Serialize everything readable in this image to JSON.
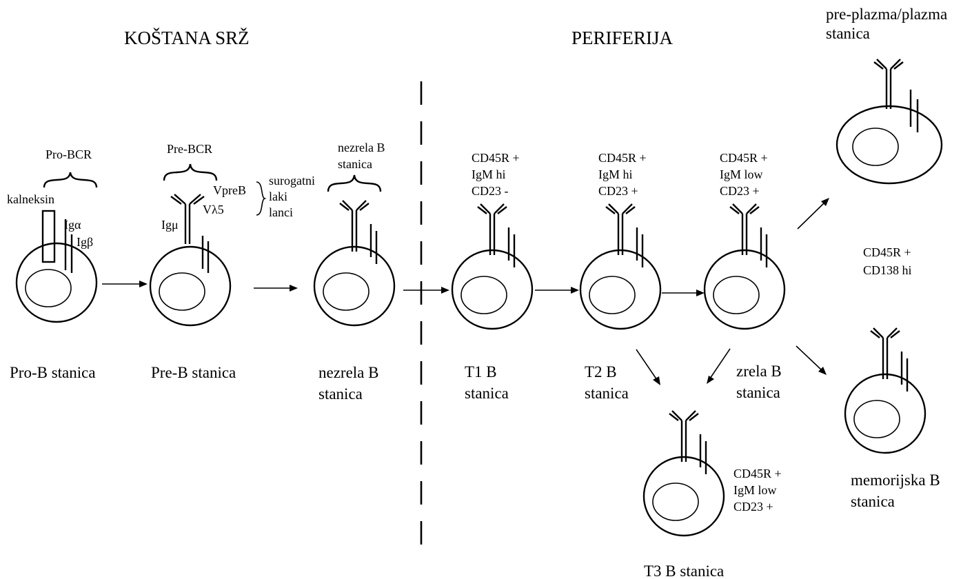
{
  "regions": {
    "bone_marrow": "KOŠTANA SRŽ",
    "periphery": "PERIFERIJA"
  },
  "cells": {
    "pro_b": {
      "name": "Pro-B stanica"
    },
    "pre_b": {
      "name": "Pre-B stanica"
    },
    "immature_b": {
      "name_line1": "nezrela B",
      "name_line2": "stanica"
    },
    "t1_b": {
      "name_line1": "T1 B",
      "name_line2": "stanica",
      "markers": [
        "CD45R +",
        "IgM hi",
        "CD23 -"
      ]
    },
    "t2_b": {
      "name_line1": "T2 B",
      "name_line2": "stanica",
      "markers": [
        "CD45R +",
        "IgM hi",
        "CD23 +"
      ]
    },
    "mature_b": {
      "name_line1": "zrela B",
      "name_line2": "stanica",
      "markers": [
        "CD45R +",
        "IgM low",
        "CD23 +"
      ]
    },
    "t3_b": {
      "name": "T3 B stanica",
      "markers": [
        "CD45R +",
        "IgM low",
        "CD23 +"
      ]
    },
    "plasma": {
      "name_line1": "pre-plazma/plazma",
      "name_line2": "stanica",
      "markers": [
        "CD45R +",
        "CD138 hi"
      ]
    },
    "memory_b": {
      "name_line1": "memorijska B",
      "name_line2": "stanica"
    }
  },
  "labels": {
    "pro_bcr": "Pro-BCR",
    "pre_bcr": "Pre-BCR",
    "calnexin": "kalneksin",
    "ig_alpha": "Igα",
    "ig_beta": "Igβ",
    "ig_mu": "Igμ",
    "vpreb": "VpreB",
    "v_lambda5": "Vλ5",
    "surrogate_line1": "surogatni",
    "surrogate_line2": "laki",
    "surrogate_line3": "lanci",
    "immature_bcr_line1": "nezrela B",
    "immature_bcr_line2": "stanica"
  }
}
